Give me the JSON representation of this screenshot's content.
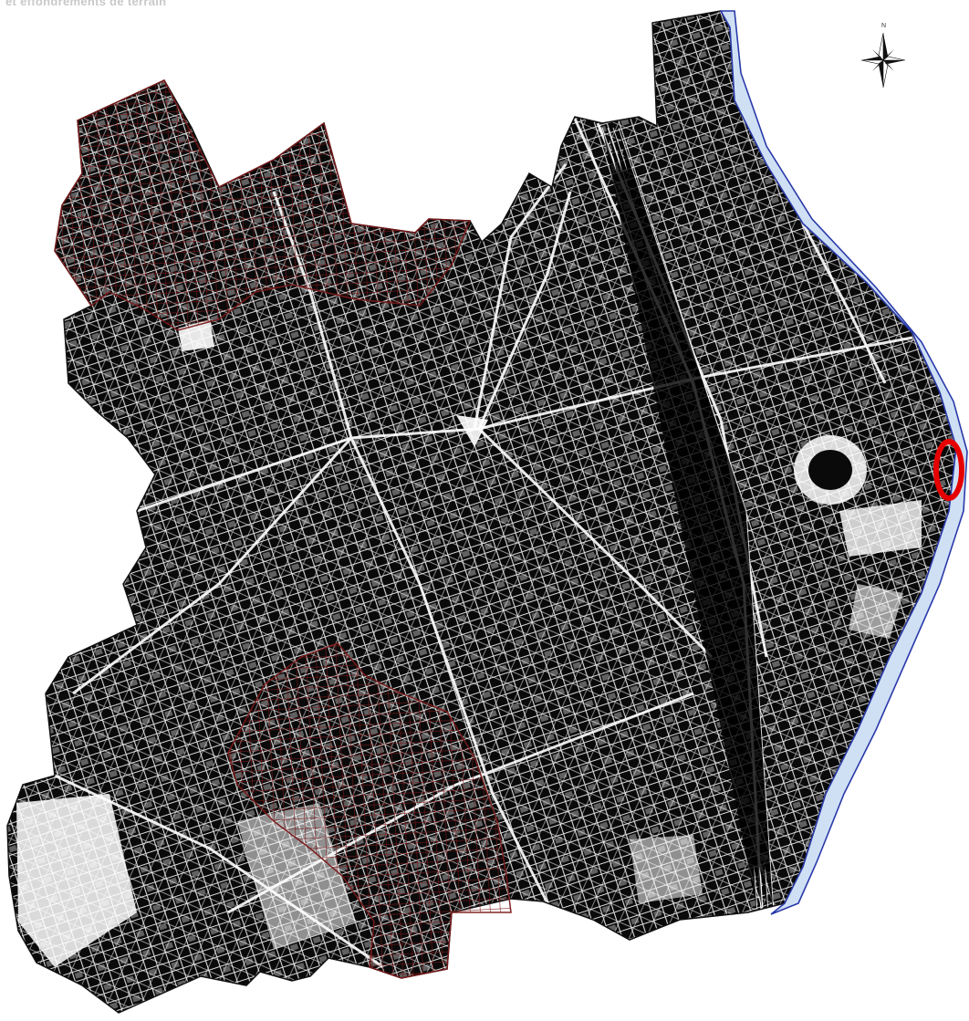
{
  "header": {
    "caption": "et effondrements de terrain"
  },
  "compass": {
    "north_letter": "N",
    "icon": "compass-rose-icon"
  },
  "legend_colors": {
    "urban_fabric": "#0a0a0a",
    "street_lines": "#ffffff",
    "risk_zone_hatch": "#7a1a1a",
    "river": "#cfe0f5",
    "river_bank": "#2a3aa8",
    "highlight_marker": "#e60000"
  },
  "map": {
    "layers": [
      "urban-fabric",
      "risk-zone-north",
      "risk-zone-south",
      "river",
      "highlight-marker"
    ]
  }
}
